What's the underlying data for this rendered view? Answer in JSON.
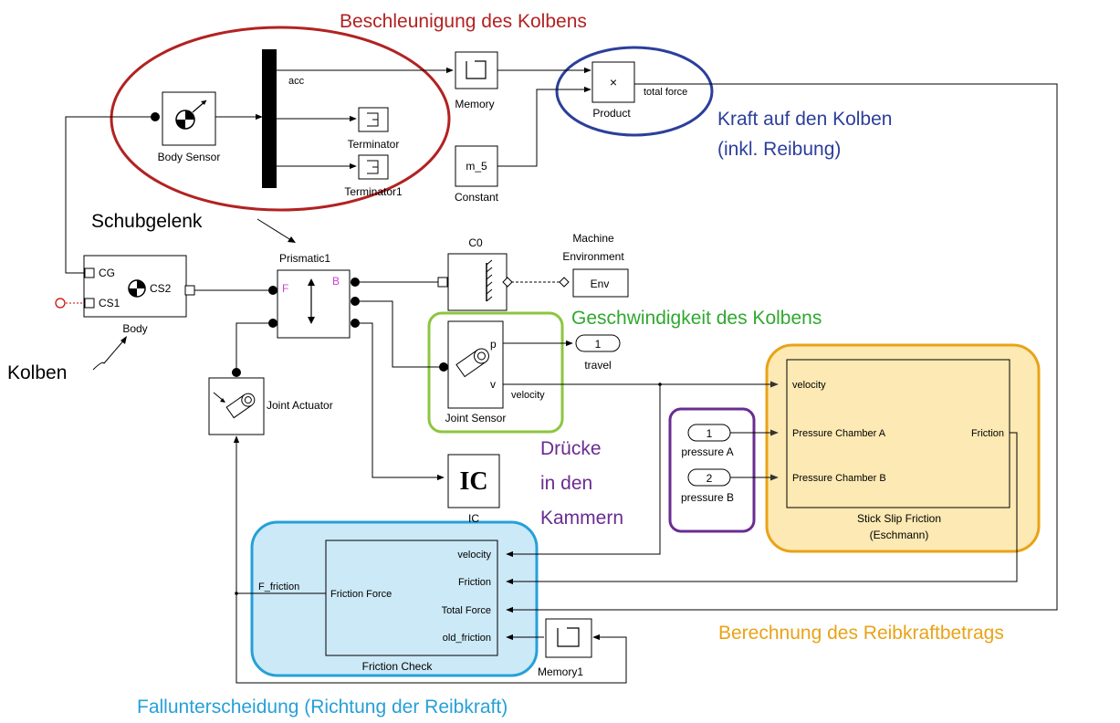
{
  "colors": {
    "red": "#b22222",
    "blue": "#2b3f9a",
    "green": "#2fa82f",
    "purple": "#6a2c91",
    "orange": "#e8a317",
    "orange_fill": "#fbe29a",
    "cyan": "#26a0d8",
    "cyan_fill": "#bfe3f5",
    "magenta": "#d040d0"
  },
  "annotations": {
    "beschleunigung": "Beschleunigung des Kolbens",
    "kraft_line1": "Kraft auf den Kolben",
    "kraft_line2": "(inkl. Reibung)",
    "schubgelenk": "Schubgelenk",
    "kolben": "Kolben",
    "geschwindigkeit": "Geschwindigkeit des Kolbens",
    "druecke_line1": "Drücke",
    "druecke_line2": "in den",
    "druecke_line3": "Kammern",
    "berechnung": "Berechnung des Reibkraftbetrags",
    "fallunterscheidung": "Fallunterscheidung (Richtung der Reibkraft)"
  },
  "blocks": {
    "body_sensor": "Body Sensor",
    "mux_out": "acc",
    "terminator": "Terminator",
    "terminator1": "Terminator1",
    "memory": "Memory",
    "product_symbol": "×",
    "product": "Product",
    "product_out": "total force",
    "constant_value": "m_5",
    "constant": "Constant",
    "body": "Body",
    "body_port_cg": "CG",
    "body_port_cs1": "CS1",
    "body_port_cs2": "CS2",
    "prismatic": "Prismatic1",
    "prismatic_f": "F",
    "prismatic_b": "B",
    "c0": "C0",
    "machine_env_line1": "Machine",
    "machine_env_line2": "Environment",
    "env": "Env",
    "joint_sensor": "Joint Sensor",
    "joint_sensor_p": "p",
    "joint_sensor_v": "v",
    "velocity_signal": "velocity",
    "outport1_num": "1",
    "outport1_label": "travel",
    "joint_actuator": "Joint Actuator",
    "ic_symbol": "IC",
    "ic": "IC",
    "inport1_num": "1",
    "inport1_label": "pressure A",
    "inport2_num": "2",
    "inport2_label": "pressure B",
    "ssf_in_velocity": "velocity",
    "ssf_in_pa": "Pressure Chamber A",
    "ssf_in_pb": "Pressure Chamber B",
    "ssf_out": "Friction",
    "ssf_name_line1": "Stick Slip Friction",
    "ssf_name_line2": "(Eschmann)",
    "fc_in_velocity": "velocity",
    "fc_in_friction": "Friction",
    "fc_in_total": "Total Force",
    "fc_in_old": "old_friction",
    "fc_out": "Friction Force",
    "fc_out_signal": "F_friction",
    "fc_name": "Friction Check",
    "memory1": "Memory1"
  }
}
